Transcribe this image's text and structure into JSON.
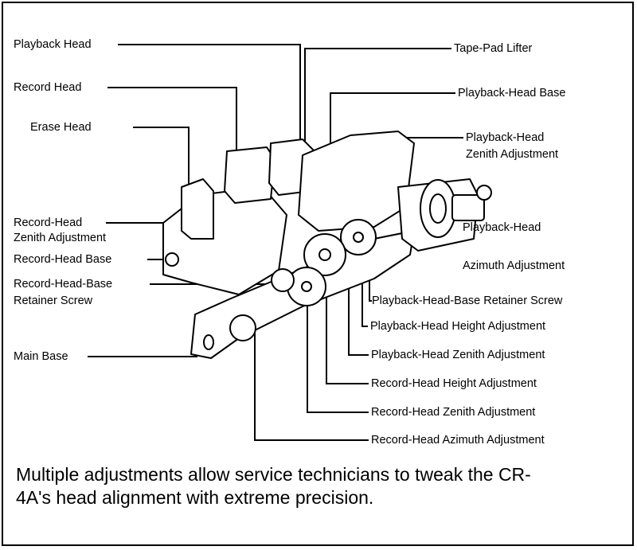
{
  "labels": {
    "playback_head": "Playback Head",
    "record_head": "Record Head",
    "erase_head": "Erase Head",
    "record_head_zenith_adj_l1": "Record-Head",
    "record_head_zenith_adj_l2": "Zenith Adjustment",
    "record_head_base": "Record-Head Base",
    "record_head_base_retainer_l1": "Record-Head-Base",
    "record_head_base_retainer_l2": "Retainer Screw",
    "main_base": "Main Base",
    "tape_pad_lifter": "Tape-Pad Lifter",
    "playback_head_base": "Playback-Head Base",
    "playback_head_zenith_adj_top_l1": "Playback-Head",
    "playback_head_zenith_adj_top_l2": "Zenith Adjustment",
    "playback_head_azimuth_l1": "Playback-Head",
    "playback_head_azimuth_l2": "Azimuth Adjustment",
    "playback_head_base_retainer": "Playback-Head-Base Retainer Screw",
    "playback_head_height": "Playback-Head Height Adjustment",
    "playback_head_zenith": "Playback-Head Zenith Adjustment",
    "record_head_height": "Record-Head Height Adjustment",
    "record_head_zenith": "Record-Head Zenith Adjustment",
    "record_head_azimuth": "Record-Head Azimuth Adjustment"
  },
  "caption": "Multiple adjustments allow service technicians to tweak the CR-4A's head alignment with extreme precision."
}
